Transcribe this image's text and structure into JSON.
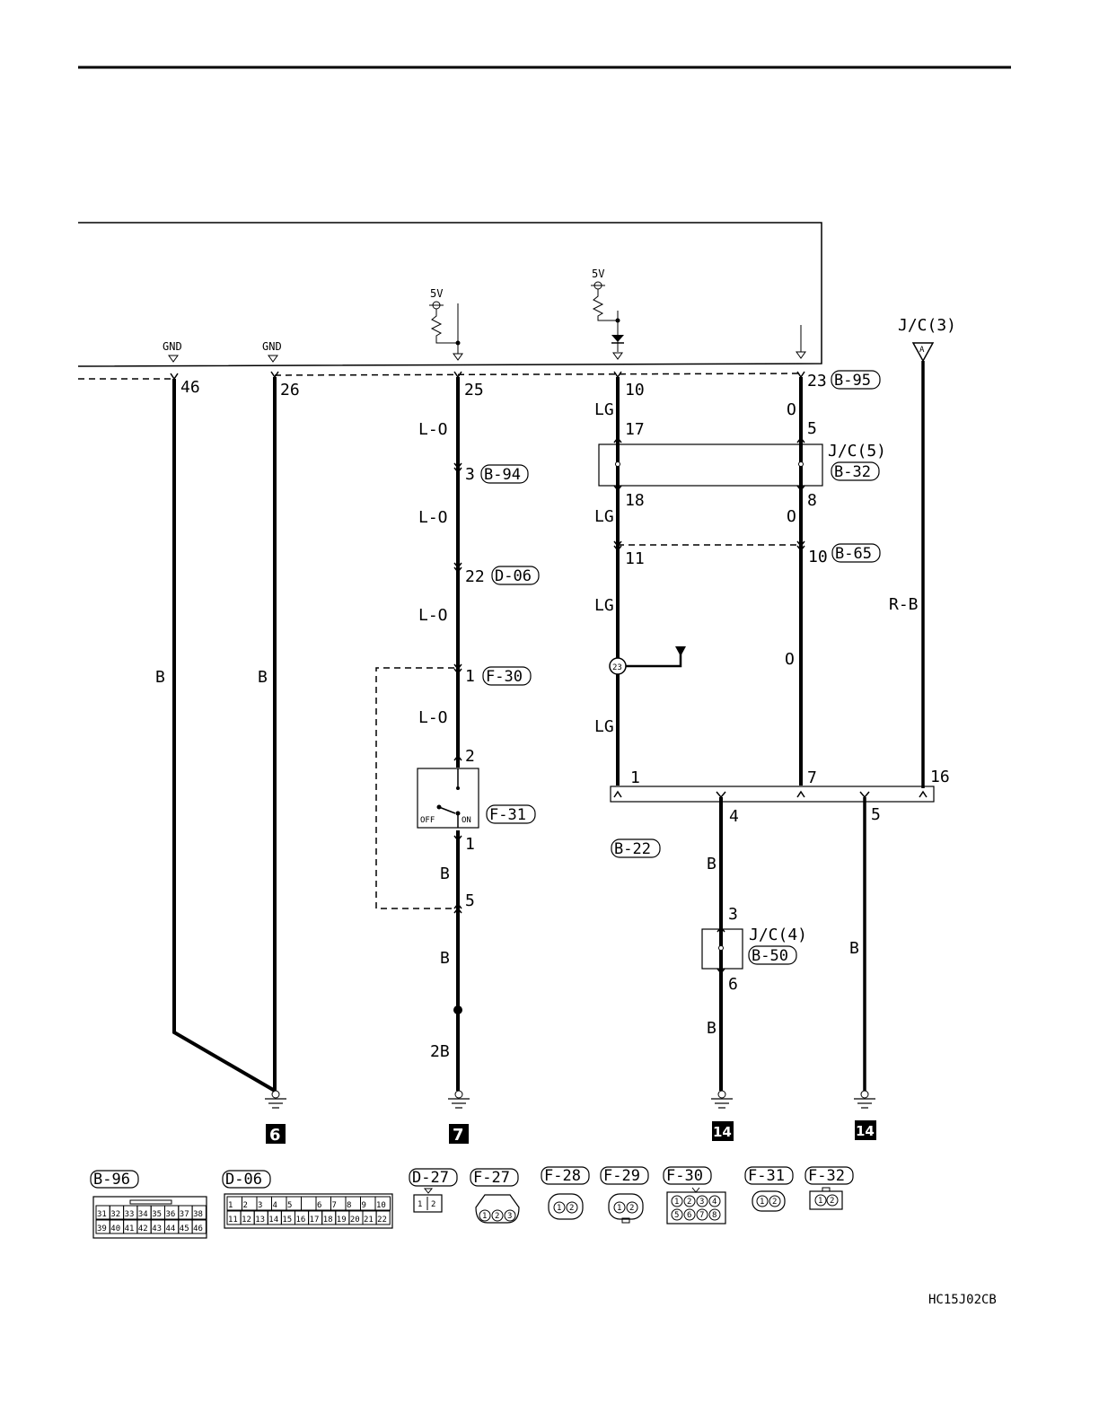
{
  "ground_labels": [
    "GND",
    "GND"
  ],
  "voltage_labels": [
    "5V",
    "5V"
  ],
  "jc3": {
    "label": "J/C(3)",
    "marker": "A"
  },
  "pins_top": {
    "p46": "46",
    "p26": "26",
    "p25": "25",
    "p10": "10",
    "p23": "23"
  },
  "connectors": {
    "b95": "B-95",
    "b94": "B-94",
    "d06": "D-06",
    "f30": "F-30",
    "f31": "F-31",
    "b32": "B-32",
    "b65": "B-65",
    "b22": "B-22",
    "b50": "B-50"
  },
  "jc5_label": "J/C(5)",
  "jc4_label": "J/C(4)",
  "wire_colors": {
    "b1": "B",
    "b2": "B",
    "lo1": "L-O",
    "lo2": "L-O",
    "lo3": "L-O",
    "lo4": "L-O",
    "b3": "B",
    "b4": "B",
    "b2b": "2B",
    "lg1": "LG",
    "lg2": "LG",
    "lg3": "LG",
    "lg4": "LG",
    "o1": "O",
    "o2": "O",
    "o3": "O",
    "rb": "R-B",
    "b5": "B",
    "b6": "B",
    "b7": "B"
  },
  "pin_numbers": {
    "p3": "3",
    "p22": "22",
    "p1a": "1",
    "p2": "2",
    "p1b": "1",
    "p5a": "5",
    "p17": "17",
    "p18": "18",
    "p11": "11",
    "p5b": "5",
    "p8": "8",
    "p10b": "10",
    "p1c": "1",
    "p7": "7",
    "p16": "16",
    "p4": "4",
    "p5c": "5",
    "p3b": "3",
    "p6": "6"
  },
  "switch": {
    "off_label": "OFF",
    "on_label": "ON"
  },
  "splice_number": "23",
  "ground_points": [
    "6",
    "7",
    "14",
    "14"
  ],
  "connector_legend": {
    "b96": {
      "label": "B-96",
      "row1": [
        "31",
        "32",
        "33",
        "34",
        "35",
        "36",
        "37",
        "38"
      ],
      "row2": [
        "39",
        "40",
        "41",
        "42",
        "43",
        "44",
        "45",
        "46"
      ]
    },
    "d06": {
      "label": "D-06",
      "row1": [
        "1",
        "2",
        "3",
        "4",
        "5",
        "",
        "6",
        "7",
        "8",
        "9",
        "10"
      ],
      "row2": [
        "11",
        "12",
        "13",
        "14",
        "15",
        "16",
        "17",
        "18",
        "19",
        "20",
        "21",
        "22"
      ]
    },
    "d27": {
      "label": "D-27",
      "pins": [
        "1",
        "2"
      ]
    },
    "f27": {
      "label": "F-27",
      "pins": [
        "1",
        "2",
        "3"
      ]
    },
    "f28": {
      "label": "F-28",
      "pins": [
        "1",
        "2"
      ]
    },
    "f29": {
      "label": "F-29",
      "pins": [
        "1",
        "2"
      ]
    },
    "f30": {
      "label": "F-30",
      "row1": [
        "1",
        "2",
        "3",
        "4"
      ],
      "row2": [
        "5",
        "6",
        "7",
        "8"
      ]
    },
    "f31": {
      "label": "F-31",
      "pins": [
        "1",
        "2"
      ]
    },
    "f32": {
      "label": "F-32",
      "pins": [
        "1",
        "2"
      ]
    }
  },
  "footer_code": "HC15J02CB"
}
